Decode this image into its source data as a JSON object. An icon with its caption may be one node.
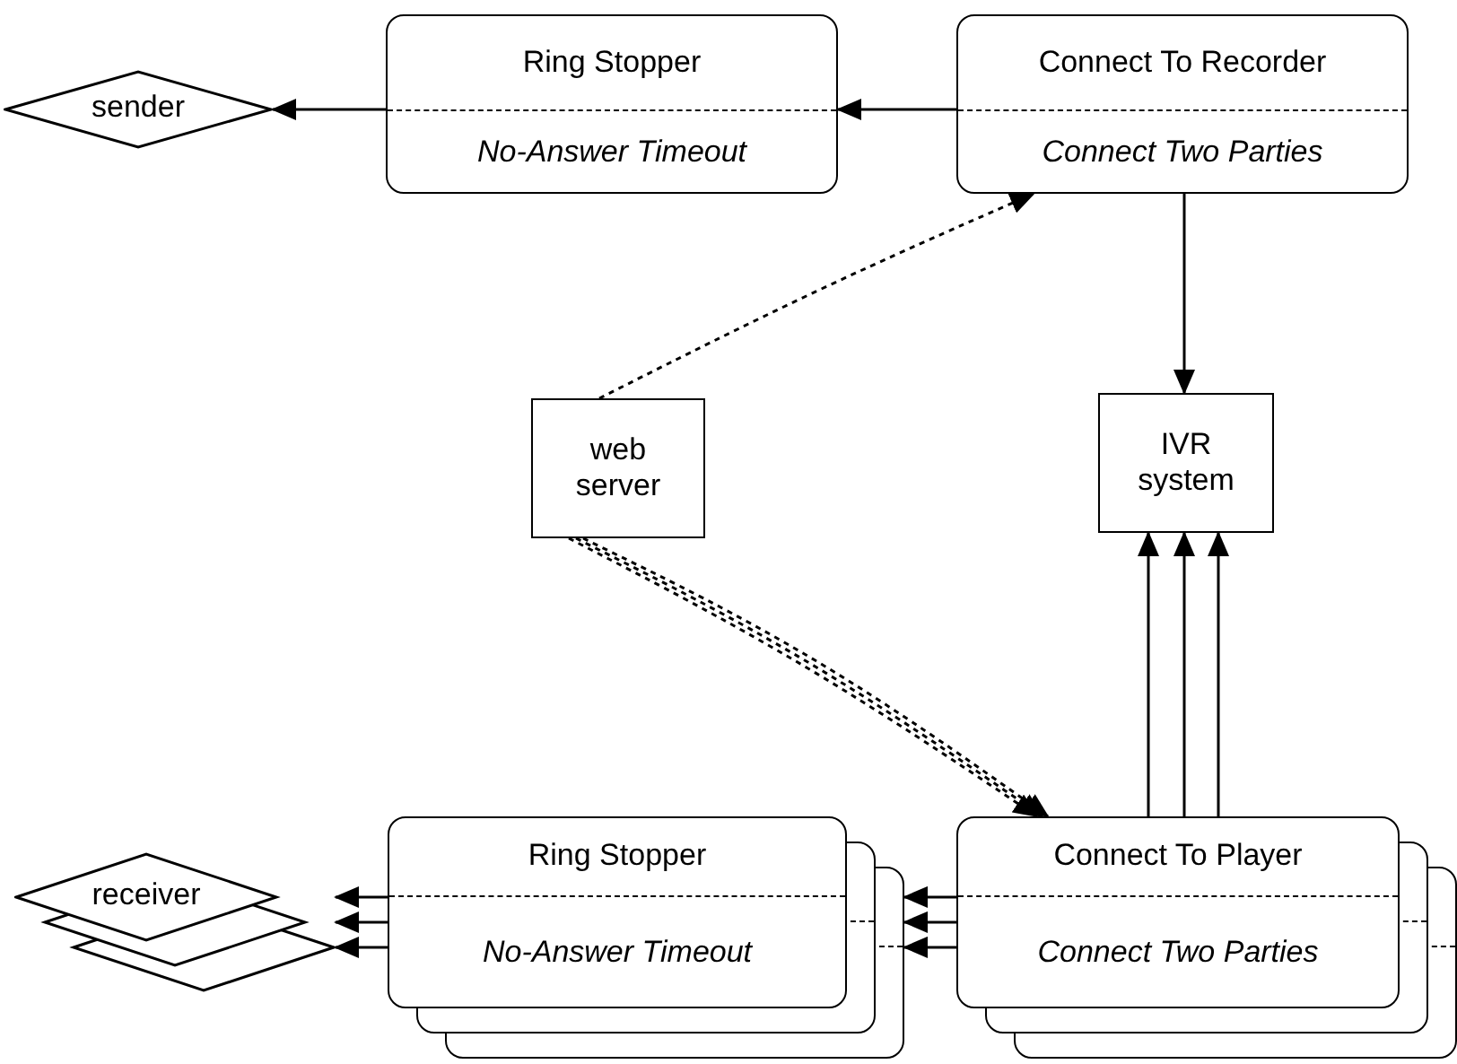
{
  "diagram": {
    "nodes": [
      {
        "text": [
          "sender"
        ]
      },
      {
        "text": [
          "Ring Stopper",
          "No-Answer Timeout"
        ]
      },
      {
        "text": [
          "Connect To Recorder",
          "Connect Two Parties"
        ]
      },
      {
        "text": [
          "web server"
        ]
      },
      {
        "text": [
          "IVR system"
        ]
      },
      {
        "text": [
          "receiver"
        ]
      },
      {
        "text": [
          "Ring Stopper",
          "No-Answer Timeout"
        ]
      },
      {
        "text": [
          "Connect To Player",
          "Connect Two Parties"
        ]
      }
    ],
    "edges": [
      {
        "from": 2,
        "to": 1,
        "arrow": "to"
      },
      {
        "from": 1,
        "to": 0,
        "arrow": "to"
      },
      {
        "from": 2,
        "to": 4,
        "arrow": "to"
      },
      {
        "from": 3,
        "to": 2,
        "arrow": "to",
        "style": "dashed"
      },
      {
        "from": 3,
        "to": 7,
        "arrow": "to",
        "style": "dashed"
      },
      {
        "from": 3,
        "to": 7,
        "arrow": "to",
        "style": "dashed"
      },
      {
        "from": 3,
        "to": 7,
        "arrow": "to",
        "style": "dashed"
      },
      {
        "from": 7,
        "to": 4,
        "arrow": "to"
      },
      {
        "from": 7,
        "to": 4,
        "arrow": "to"
      },
      {
        "from": 7,
        "to": 4,
        "arrow": "to"
      },
      {
        "from": 7,
        "to": 6,
        "arrow": "to"
      },
      {
        "from": 7,
        "to": 6,
        "arrow": "to"
      },
      {
        "from": 7,
        "to": 6,
        "arrow": "to"
      },
      {
        "from": 6,
        "to": 5,
        "arrow": "to"
      },
      {
        "from": 6,
        "to": 5,
        "arrow": "to"
      },
      {
        "from": 6,
        "to": 5,
        "arrow": "to"
      }
    ]
  }
}
